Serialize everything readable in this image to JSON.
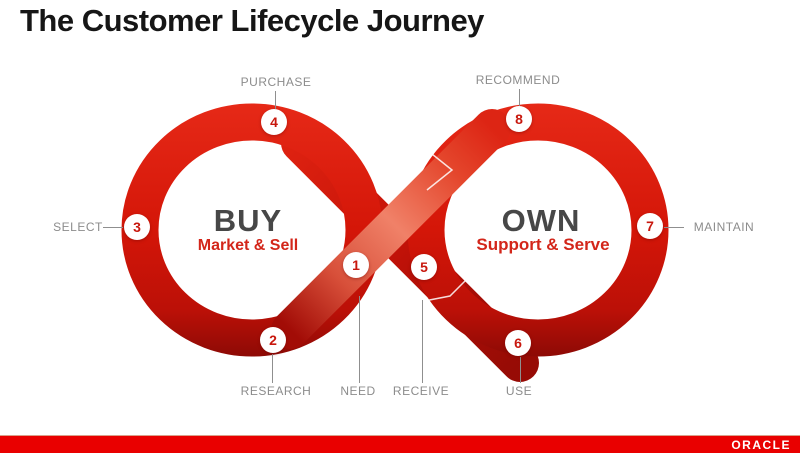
{
  "slide": {
    "title": "The Customer Lifecycle Journey"
  },
  "diagram": {
    "buy_loop": {
      "heading": "BUY",
      "subheading": "Market & Sell"
    },
    "own_loop": {
      "heading": "OWN",
      "subheading": "Support & Serve"
    },
    "stages": [
      {
        "number": "1",
        "label": "NEED"
      },
      {
        "number": "2",
        "label": "RESEARCH"
      },
      {
        "number": "3",
        "label": "SELECT"
      },
      {
        "number": "4",
        "label": "PURCHASE"
      },
      {
        "number": "5",
        "label": "RECEIVE"
      },
      {
        "number": "6",
        "label": "USE"
      },
      {
        "number": "7",
        "label": "MAINTAIN"
      },
      {
        "number": "8",
        "label": "RECOMMEND"
      }
    ],
    "colors": {
      "ribbon_red": "#d81508",
      "ribbon_dark_red": "#970b05",
      "ribbon_salmon": "#ef8168",
      "label_gray": "#8c8c8c",
      "accent_red": "#d3261a",
      "footer_red": "#e90000"
    }
  },
  "footer": {
    "logo_text": "ORACLE"
  }
}
